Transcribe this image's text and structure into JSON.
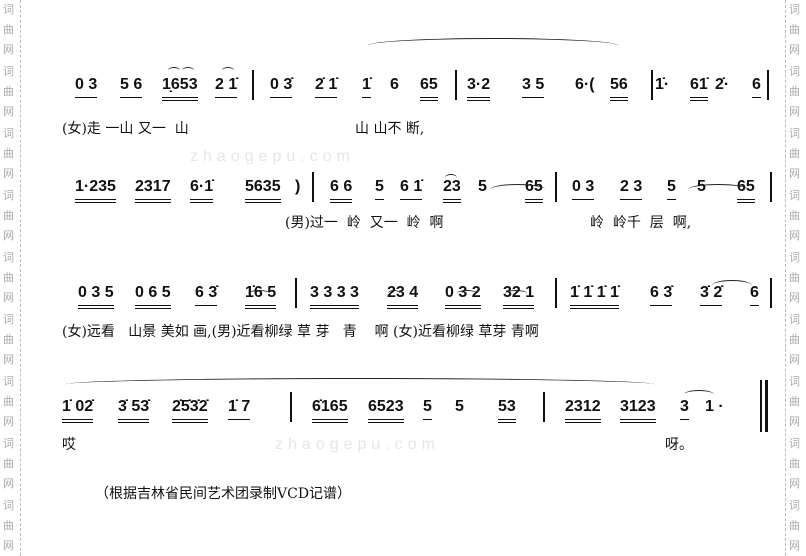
{
  "watermark": {
    "side_text": [
      "词",
      "曲",
      "网"
    ],
    "center_text": "zhaogepu.com"
  },
  "rows": [
    {
      "groups": [
        {
          "t": "0 3",
          "u": 1
        },
        {
          "t": "5 6",
          "u": 1
        },
        {
          "t": "1̣653",
          "u": 2
        },
        {
          "t": "2 1̇",
          "u": 1
        },
        {
          "t": "0 3̇",
          "u": 1
        },
        {
          "t": "2̇ 1̇",
          "u": 1
        },
        {
          "t": "1̇",
          "u": 1
        },
        {
          "t": "6",
          "u": 0
        },
        {
          "t": "65",
          "u": 2
        },
        {
          "t": "3·2",
          "u": 2
        },
        {
          "t": "3 5",
          "u": 1
        },
        {
          "t": "6·(",
          "u": 0
        },
        {
          "t": "56",
          "u": 2
        },
        {
          "t": "1̇·",
          "u": 0
        },
        {
          "t": "61̇",
          "u": 2
        },
        {
          "t": "2̇·",
          "u": 0
        },
        {
          "t": "6",
          "u": 1
        }
      ],
      "lyrics": [
        "(女)走 一山 又一  山",
        "山 山不 断,"
      ]
    },
    {
      "groups": [
        {
          "t": "1·235",
          "u": 2
        },
        {
          "t": "2317",
          "u": 2
        },
        {
          "t": "6·1̇",
          "u": 2
        },
        {
          "t": "5635",
          "u": 2
        },
        {
          "t": ")",
          "u": 0
        },
        {
          "t": "6 6",
          "u": 2
        },
        {
          "t": "5",
          "u": 1
        },
        {
          "t": "6 1̇",
          "u": 1
        },
        {
          "t": "23",
          "u": 2
        },
        {
          "t": "5",
          "u": 0
        },
        {
          "t": "65",
          "u": 2
        },
        {
          "t": "0 3",
          "u": 1
        },
        {
          "t": "2 3",
          "u": 1
        },
        {
          "t": "5",
          "u": 1
        },
        {
          "t": "5",
          "u": 0
        },
        {
          "t": "65",
          "u": 2
        }
      ],
      "lyrics": [
        "(男)过一  岭  又一  岭  啊",
        "岭  岭千  层  啊,"
      ]
    },
    {
      "groups": [
        {
          "t": "0 3 5",
          "u": 2
        },
        {
          "t": "0 6 5",
          "u": 2
        },
        {
          "t": "6 3̇",
          "u": 1
        },
        {
          "t": "1̇6 5",
          "u": 2
        },
        {
          "t": "3 3 3 3",
          "u": 2
        },
        {
          "t": "23 4",
          "u": 2
        },
        {
          "t": "0 3 2",
          "u": 2
        },
        {
          "t": "32 1",
          "u": 2
        },
        {
          "t": "1̇ 1̇ 1̇ 1̇",
          "u": 2
        },
        {
          "t": "6 3̇",
          "u": 1
        },
        {
          "t": "3̇ 2̇",
          "u": 1
        },
        {
          "t": "6",
          "u": 1
        }
      ],
      "lyrics": [
        "(女)远看   山景 美如 画,(男)近看柳绿 草 芽   青    啊 (女)近看柳绿 草芽 青啊"
      ]
    },
    {
      "groups": [
        {
          "t": "1̇ 02̇",
          "u": 2
        },
        {
          "t": "3̇ 53̇",
          "u": 2
        },
        {
          "t": "2̇5̇3̇2̇",
          "u": 2
        },
        {
          "t": "1̇ 7",
          "u": 1
        },
        {
          "t": "6̇165",
          "u": 2
        },
        {
          "t": "6523",
          "u": 2
        },
        {
          "t": "5",
          "u": 1
        },
        {
          "t": "5",
          "u": 0
        },
        {
          "t": "53",
          "u": 2
        },
        {
          "t": "2312",
          "u": 2
        },
        {
          "t": "3123",
          "u": 2
        },
        {
          "t": "3",
          "u": 1
        },
        {
          "t": "1 ·",
          "u": 0
        }
      ],
      "lyrics": [
        "哎",
        "呀。"
      ]
    }
  ],
  "footer": "（根据吉林省民间艺术团录制VCD记谱）"
}
